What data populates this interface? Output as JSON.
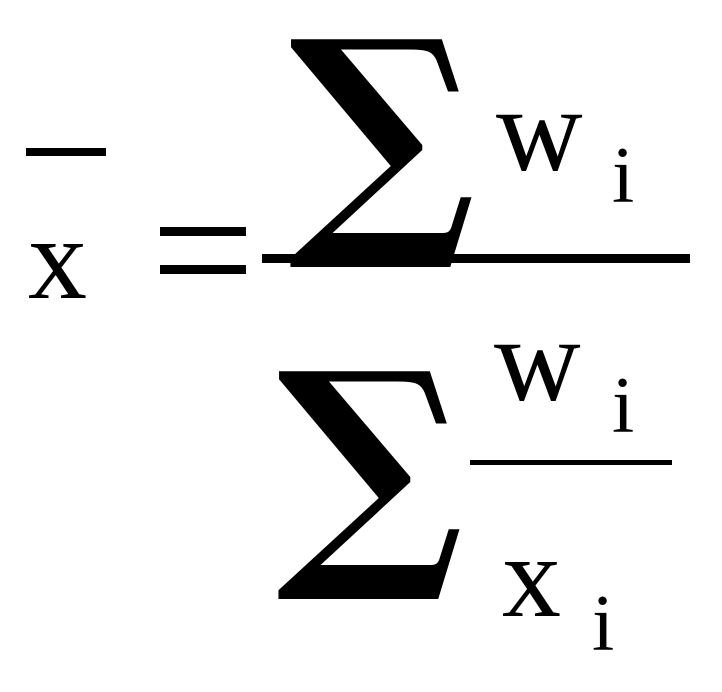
{
  "formula": {
    "lhs_variable": "x",
    "equals": "=",
    "numerator": {
      "sigma": "∑",
      "variable": "w",
      "subscript": "i"
    },
    "denominator": {
      "sigma": "∑",
      "inner_numerator_variable": "w",
      "inner_numerator_subscript": "i",
      "inner_denominator_variable": "x",
      "inner_denominator_subscript": "i"
    }
  }
}
